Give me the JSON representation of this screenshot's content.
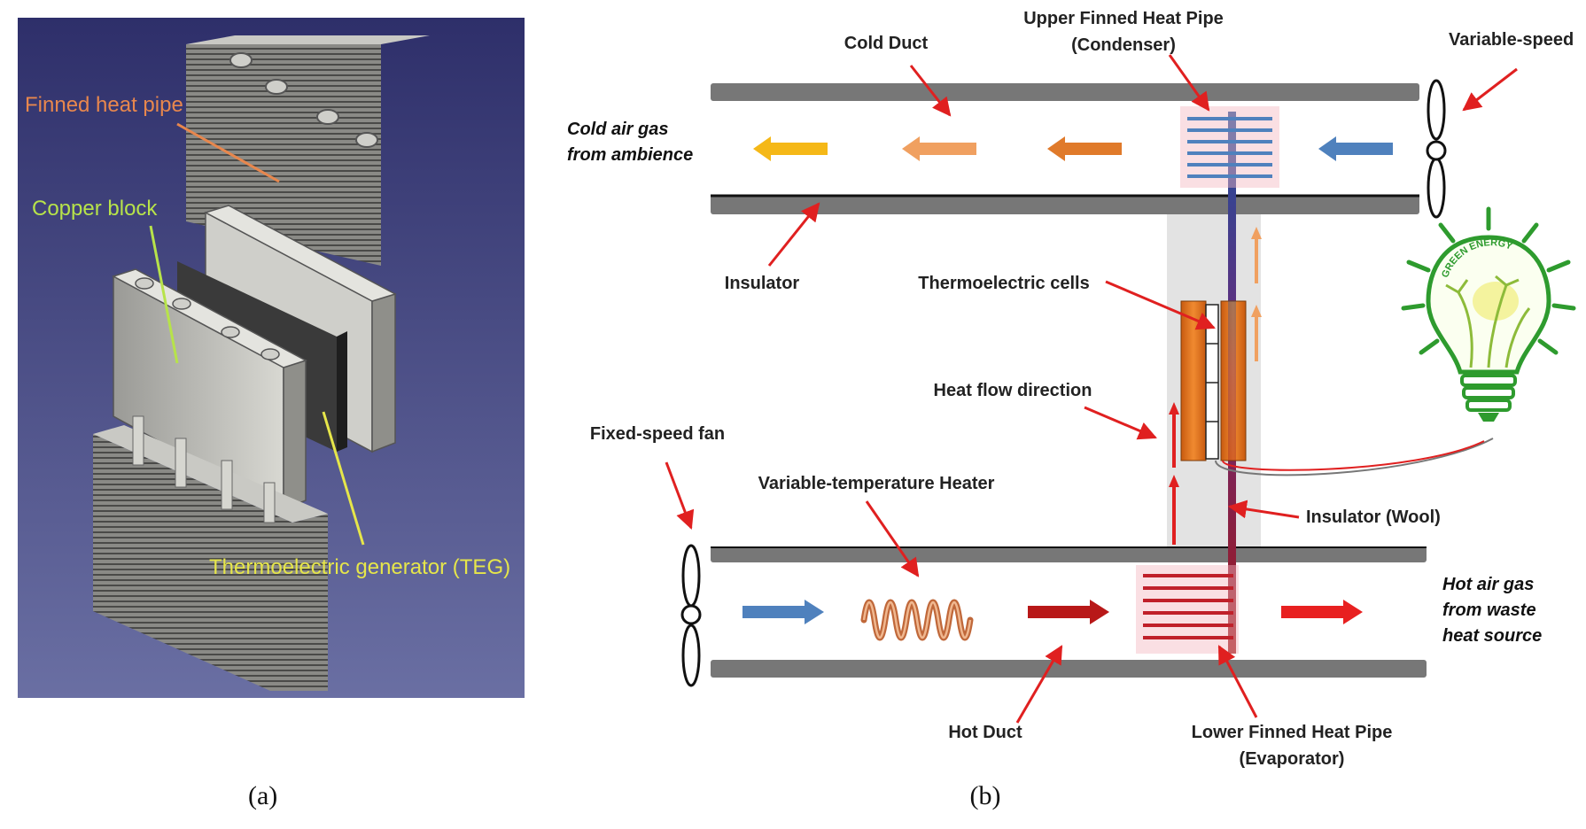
{
  "panel_a": {
    "caption": "(a)",
    "labels": {
      "finned_heat_pipe": "Finned heat pipe",
      "copper_block": "Copper block",
      "teg": "Thermoelectric generator (TEG)"
    },
    "colors": {
      "background": "#3c3f78",
      "finned_label": "#e8874d",
      "copper_label": "#b7e34a",
      "teg_label": "#e6e64a"
    }
  },
  "panel_b": {
    "caption": "(b)",
    "labels": {
      "upper_pipe_line1": "Upper Finned Heat Pipe",
      "upper_pipe_line2": "(Condenser)",
      "cold_duct": "Cold Duct",
      "variable_speed": "Variable-speed",
      "cold_air_line1": "Cold air gas",
      "cold_air_line2": "from ambience",
      "insulator": "Insulator",
      "thermoelectric_cells": "Thermoelectric cells",
      "heat_flow": "Heat flow direction",
      "fixed_speed_fan": "Fixed-speed fan",
      "heater": "Variable-temperature Heater",
      "insulator_wool": "Insulator (Wool)",
      "hot_air_line1": "Hot air gas",
      "hot_air_line2": "from waste",
      "hot_air_line3": "heat source",
      "hot_duct": "Hot Duct",
      "lower_pipe_line1": "Lower Finned Heat Pipe",
      "lower_pipe_line2": "(Evaporator)",
      "bulb_text": "GREEN ENERGY"
    },
    "colors": {
      "duct": "#777777",
      "pointer": "#e02020",
      "bulb": "#2e9b2e",
      "cold_arrow": "#4f81bd",
      "hot_arrow": "#e02020"
    }
  }
}
